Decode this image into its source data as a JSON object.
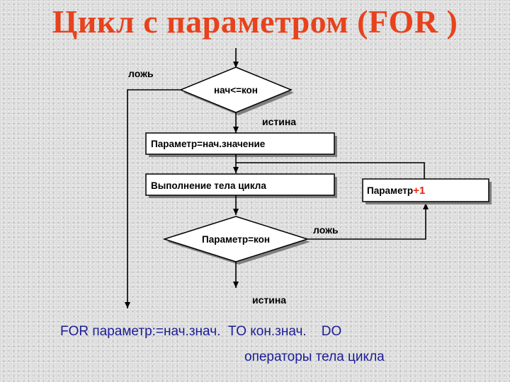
{
  "title": "Цикл  с параметром (FOR )",
  "colors": {
    "title": "#e8421c",
    "code": "#1c1c96",
    "plus_one": "#e8240c"
  },
  "flowchart": {
    "decision1": "нач<=кон",
    "label_false_1": "ложь",
    "label_true_1": "истина",
    "box_init": "Параметр=нач.значение",
    "box_body": "Выполнение тела цикла",
    "box_increment": "Параметр",
    "box_increment_suffix": "+1",
    "decision2": "Параметр=кон",
    "label_false_2": "ложь",
    "label_true_2": "истина"
  },
  "code": {
    "line1": "FOR параметр:=нач.знач.  TO кон.знач.    DO",
    "line2": "операторы тела цикла"
  }
}
